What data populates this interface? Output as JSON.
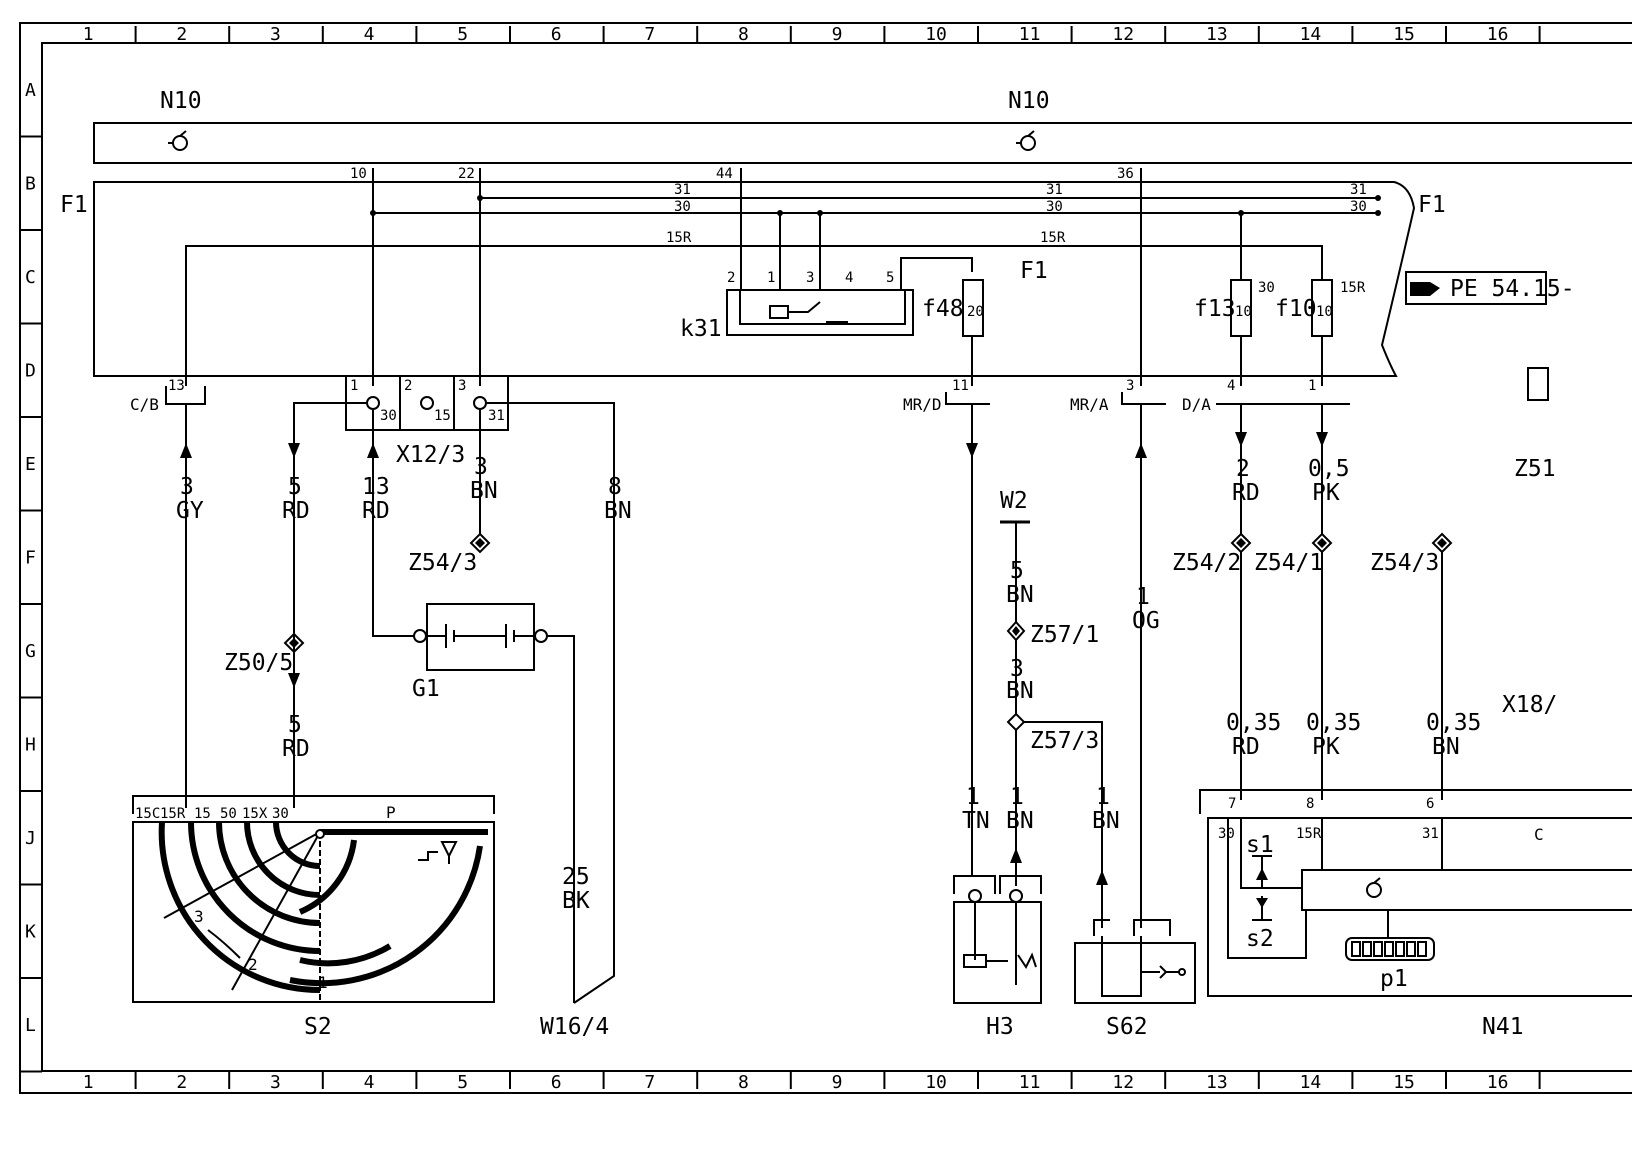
{
  "grid": {
    "columns": [
      "1",
      "2",
      "3",
      "4",
      "5",
      "6",
      "7",
      "8",
      "9",
      "10",
      "11",
      "12",
      "13",
      "14",
      "15",
      "16"
    ],
    "rows": [
      "A",
      "B",
      "C",
      "D",
      "E",
      "F",
      "G",
      "H",
      "J",
      "K",
      "L"
    ]
  },
  "components": {
    "n10_left": "N10",
    "n10_right": "N10",
    "f1_left": "F1",
    "f1_right": "F1",
    "f1_mid": "F1",
    "k31": "k31",
    "f48": "f48",
    "f48_rating": "20",
    "f13": "f13",
    "f13_rating": "10",
    "f13_term": "30",
    "f10": "f10",
    "f10_rating": "10",
    "f10_term": "15R",
    "x12_3": "X12/3",
    "g1": "G1",
    "s2": "S2",
    "w16_4": "W16/4",
    "h3": "H3",
    "s62": "S62",
    "n41": "N41",
    "p1": "p1",
    "s1": "s1",
    "s2_switch": "s2",
    "w2": "W2",
    "z51": "Z51",
    "x18": "X18/",
    "pe_ref": "PE 54.15-"
  },
  "bus_labels": {
    "l31": "31",
    "l30": "30",
    "l15r": "15R"
  },
  "pins": {
    "p10": "10",
    "p22": "22",
    "p44": "44",
    "p36": "36",
    "k2": "2",
    "k1": "1",
    "k3": "3",
    "k4": "4",
    "k5": "5",
    "cb13": "13",
    "x1": "1",
    "x2": "2",
    "x3": "3",
    "x30": "30",
    "x15": "15",
    "x31": "31",
    "mrd11": "11",
    "mra3": "3",
    "da4": "4",
    "da1": "1",
    "n7": "7",
    "n8": "8",
    "n6": "6",
    "n30": "30",
    "n15r": "15R",
    "n31": "31",
    "nC": "C",
    "s2_terms": [
      "15C",
      "15R",
      "15",
      "50",
      "15X",
      "30"
    ],
    "s2_P": "P",
    "s2_pos1": "1",
    "s2_pos2": "2",
    "s2_pos3": "3"
  },
  "connectors": {
    "cb": "C/B",
    "mrd": "MR/D",
    "mra": "MR/A",
    "da": "D/A"
  },
  "wires": [
    {
      "size": "3",
      "color": "GY"
    },
    {
      "size": "5",
      "color": "RD"
    },
    {
      "size": "13",
      "color": "RD"
    },
    {
      "size": "3",
      "color": "BN"
    },
    {
      "size": "8",
      "color": "BN"
    },
    {
      "size": "5",
      "color": "RD"
    },
    {
      "size": "25",
      "color": "BK"
    },
    {
      "size": "5",
      "color": "BN"
    },
    {
      "size": "3",
      "color": "BN"
    },
    {
      "size": "1",
      "color": "TN"
    },
    {
      "size": "1",
      "color": "BN"
    },
    {
      "size": "1",
      "color": "BN"
    },
    {
      "size": "1",
      "color": "OG"
    },
    {
      "size": "2",
      "color": "RD"
    },
    {
      "size": "0,5",
      "color": "PK"
    },
    {
      "size": "0,35",
      "color": "RD"
    },
    {
      "size": "0,35",
      "color": "PK"
    },
    {
      "size": "0,35",
      "color": "BN"
    }
  ],
  "splices": {
    "z54_3a": "Z54/3",
    "z50_5": "Z50/5",
    "z57_1": "Z57/1",
    "z57_3": "Z57/3",
    "z54_2": "Z54/2",
    "z54_1": "Z54/1",
    "z54_3b": "Z54/3"
  }
}
